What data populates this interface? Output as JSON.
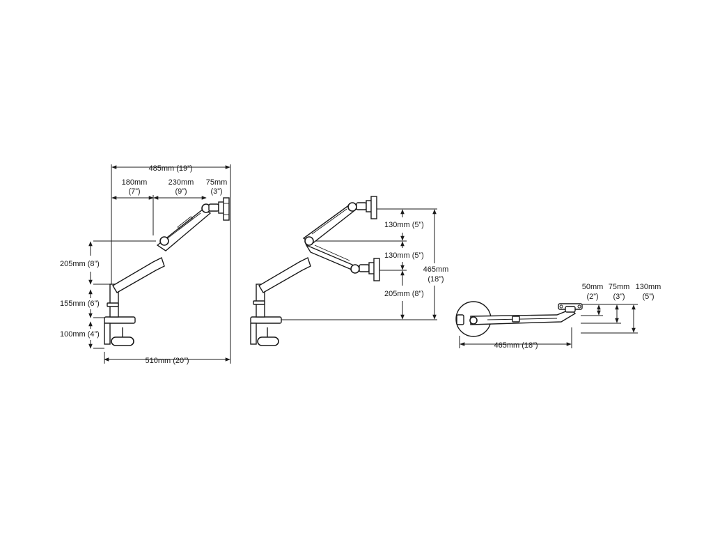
{
  "side_view": {
    "overall_reach": "485mm (19”)",
    "seg_a_mm": "180mm",
    "seg_a_in": "(7”)",
    "seg_b_mm": "230mm",
    "seg_b_in": "(9”)",
    "seg_c_mm": "75mm",
    "seg_c_in": "(3”)",
    "h_upper": "205mm (8”)",
    "h_mid": "155mm (6”)",
    "h_low": "100mm (4”)",
    "base_width": "510mm (20”)"
  },
  "range_view": {
    "up_range": "130mm (5”)",
    "down_range": "130mm (5”)",
    "base_height": "205mm (8”)",
    "total_mm": "465mm",
    "total_in": "(18”)"
  },
  "top_view": {
    "reach": "465mm (18”)",
    "d1_mm": "50mm",
    "d1_in": "(2”)",
    "d2_mm": "75mm",
    "d2_in": "(3”)",
    "d3_mm": "130mm",
    "d3_in": "(5”)"
  }
}
